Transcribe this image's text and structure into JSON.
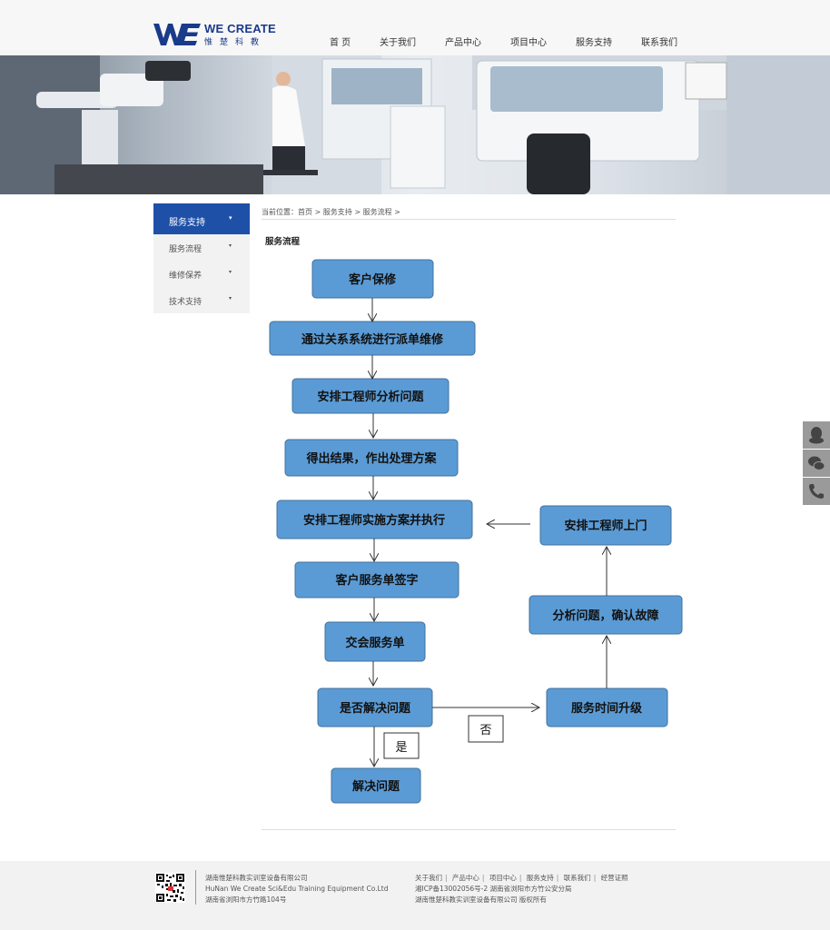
{
  "brand": {
    "name_en": "WE CREATE",
    "name_cn": "惟楚科教",
    "color": "#1a3a8a"
  },
  "nav": {
    "items": [
      "首 页",
      "关于我们",
      "产品中心",
      "项目中心",
      "服务支持",
      "联系我们"
    ]
  },
  "banner": {
    "image": "laboratory-scene"
  },
  "sidebar": {
    "title": "服务支持",
    "title_arrow": "▾",
    "items": [
      {
        "label": "服务流程",
        "arrow": "▾"
      },
      {
        "label": "维修保养",
        "arrow": "▾"
      },
      {
        "label": "技术支持",
        "arrow": "▾"
      }
    ],
    "accent": "#1e50a8"
  },
  "breadcrumb": {
    "text": "当前位置：首页 > 服务支持 > 服务流程 >"
  },
  "page_title": "服务流程",
  "flowchart": {
    "main": [
      "客户保修",
      "通过关系系统进行派单维修",
      "安排工程师分析问题",
      "得出结果，作出处理方案",
      "安排工程师实施方案并执行",
      "客户服务单签字",
      "交会服务单",
      "是否解决问题",
      "解决问题"
    ],
    "side": [
      "服务时间升级",
      "分析问题，确认故障",
      "安排工程师上门"
    ],
    "label_yes": "是",
    "label_no": "否",
    "box_fill": "#5b9bd5",
    "box_stroke": "#41719c"
  },
  "float_tools": [
    "qq-icon",
    "wechat-icon",
    "phone-icon"
  ],
  "footer": {
    "company_cn": "湖南惟楚科教实训室设备有限公司",
    "company_en": "HuNan We Create Sci&Edu Training Equipment Co.Ltd",
    "address": "湖南省浏阳市方竹路104号",
    "links": [
      "关于我们",
      "产品中心",
      "项目中心",
      "服务支持",
      "联系我们",
      "经营证照"
    ],
    "icp": "湘ICP备13002056号-2 湖南省浏阳市方竹公安分局",
    "copyright": "湖南惟楚科教实训室设备有限公司 版权所有"
  }
}
